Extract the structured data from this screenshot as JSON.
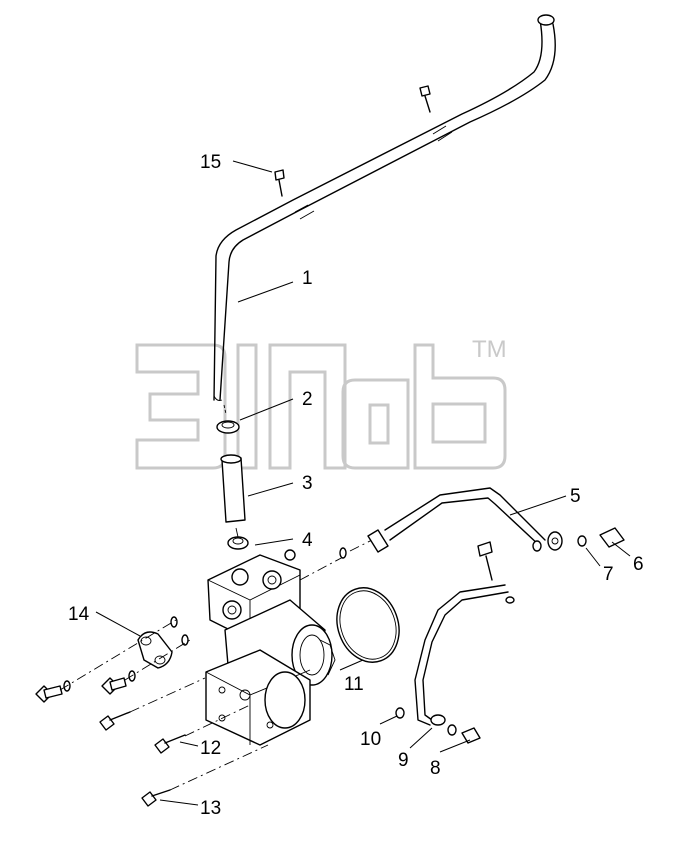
{
  "watermark": {
    "trademark": "TM"
  },
  "callouts": [
    {
      "id": "c1",
      "label": "1"
    },
    {
      "id": "c2",
      "label": "2"
    },
    {
      "id": "c3",
      "label": "3"
    },
    {
      "id": "c4",
      "label": "4"
    },
    {
      "id": "c5",
      "label": "5"
    },
    {
      "id": "c6",
      "label": "6"
    },
    {
      "id": "c7",
      "label": "7"
    },
    {
      "id": "c8",
      "label": "8"
    },
    {
      "id": "c9",
      "label": "9"
    },
    {
      "id": "c10",
      "label": "10"
    },
    {
      "id": "c11",
      "label": "11"
    },
    {
      "id": "c12",
      "label": "12"
    },
    {
      "id": "c13",
      "label": "13"
    },
    {
      "id": "c14",
      "label": "14"
    },
    {
      "id": "c15",
      "label": "15"
    }
  ]
}
